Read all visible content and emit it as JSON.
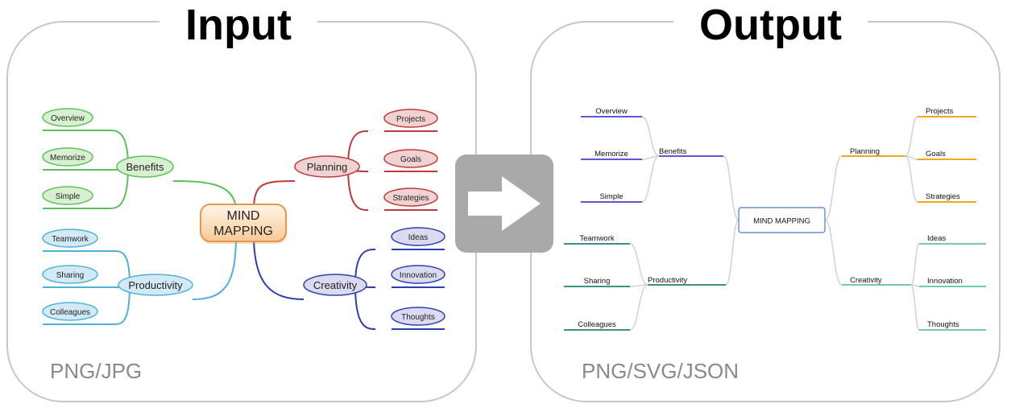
{
  "input_panel": {
    "title": "Input",
    "format": "PNG/JPG",
    "center": "MIND\nMAPPING",
    "branches": [
      {
        "label": "Benefits",
        "color": "#5cc05c",
        "fill": "#d8efd0",
        "children": [
          "Overview",
          "Memorize",
          "Simple"
        ]
      },
      {
        "label": "Productivity",
        "color": "#4fb0d8",
        "fill": "#d2e9f6",
        "children": [
          "Teamwork",
          "Sharing",
          "Colleagues"
        ]
      },
      {
        "label": "Planning",
        "color": "#c0393b",
        "fill": "#f1d2d2",
        "children": [
          "Projects",
          "Goals",
          "Strategies"
        ]
      },
      {
        "label": "Creativity",
        "color": "#2d3fb0",
        "fill": "#dadaf0",
        "children": [
          "Ideas",
          "Innovation",
          "Thoughts"
        ]
      }
    ]
  },
  "arrow": {
    "icon": "right-arrow-icon",
    "color": "#a9a9a9"
  },
  "output_panel": {
    "title": "Output",
    "format": "PNG/SVG/JSON",
    "center": "MIND MAPPING",
    "branches": [
      {
        "label": "Benefits",
        "color": "#5a5ad8",
        "children": [
          "Overview",
          "Memorize",
          "Simple"
        ]
      },
      {
        "label": "Productivity",
        "color": "#3e8f8a",
        "children": [
          "Teamwork",
          "Sharing",
          "Colleagues"
        ]
      },
      {
        "label": "Planning",
        "color": "#f0a81c",
        "children": [
          "Projects",
          "Goals",
          "Strategies"
        ]
      },
      {
        "label": "Creativity",
        "color": "#6fcfa4",
        "children": [
          "Ideas",
          "Innovation",
          "Thoughts"
        ]
      }
    ]
  }
}
